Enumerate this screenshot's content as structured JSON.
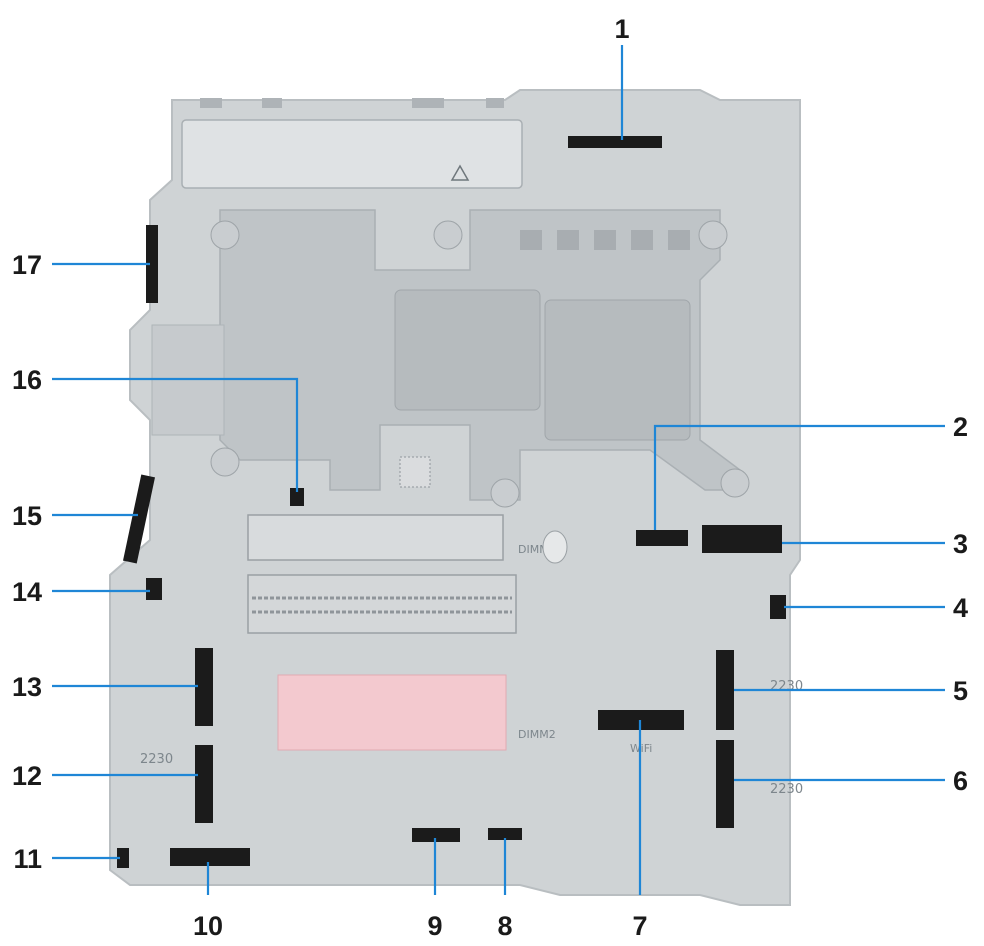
{
  "callouts": [
    {
      "label": "1"
    },
    {
      "label": "2"
    },
    {
      "label": "3"
    },
    {
      "label": "4"
    },
    {
      "label": "5"
    },
    {
      "label": "6"
    },
    {
      "label": "7"
    },
    {
      "label": "8"
    },
    {
      "label": "9"
    },
    {
      "label": "10"
    },
    {
      "label": "11"
    },
    {
      "label": "12"
    },
    {
      "label": "13"
    },
    {
      "label": "14"
    },
    {
      "label": "15"
    },
    {
      "label": "16"
    },
    {
      "label": "17"
    }
  ],
  "board_markings": {
    "ssd_size_left": "2230",
    "ssd_size_right_upper": "2230",
    "ssd_size_right_lower": "2230",
    "dimm_upper": "DIMM1",
    "dimm_lower": "DIMM2",
    "wifi": "WiFi"
  },
  "colors": {
    "callout_line": "#1f86d6",
    "board": "#cfd3d5",
    "connector": "#1b1b1b",
    "thermal_pad": "#f3c9cf"
  }
}
